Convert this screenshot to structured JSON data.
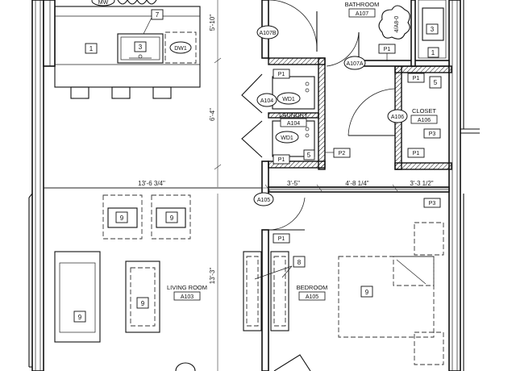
{
  "rooms": [
    {
      "name": "BATHROOM",
      "number": "A107"
    },
    {
      "name": "LAUNDRY",
      "number": "A104"
    },
    {
      "name": "CLOSET",
      "number": "A106"
    },
    {
      "name": "LIVING ROOM",
      "number": "A103"
    },
    {
      "name": "BEDROOM",
      "number": "A105"
    }
  ],
  "doors": [
    "A107B",
    "A107A",
    "A104",
    "A106",
    "A105"
  ],
  "tags": {
    "p1": "P1",
    "p2": "P2",
    "p3": "P3",
    "wd1": "WD1",
    "dw1": "DW1",
    "mw": "MW",
    "n1": "1",
    "n3": "3",
    "n5": "5",
    "n7": "7",
    "n8": "8",
    "n9": "9",
    "section": "4/A8-0"
  },
  "dimensions": {
    "d5_10": "5'-10\"",
    "d6_4": "6'-4\"",
    "d13_6": "13'-6 3/4\"",
    "d3_5": "3'-5\"",
    "d4_8": "4'-8 1/4\"",
    "d3_3": "3'-3 1/2\"",
    "d13_3": "13'-3\""
  }
}
